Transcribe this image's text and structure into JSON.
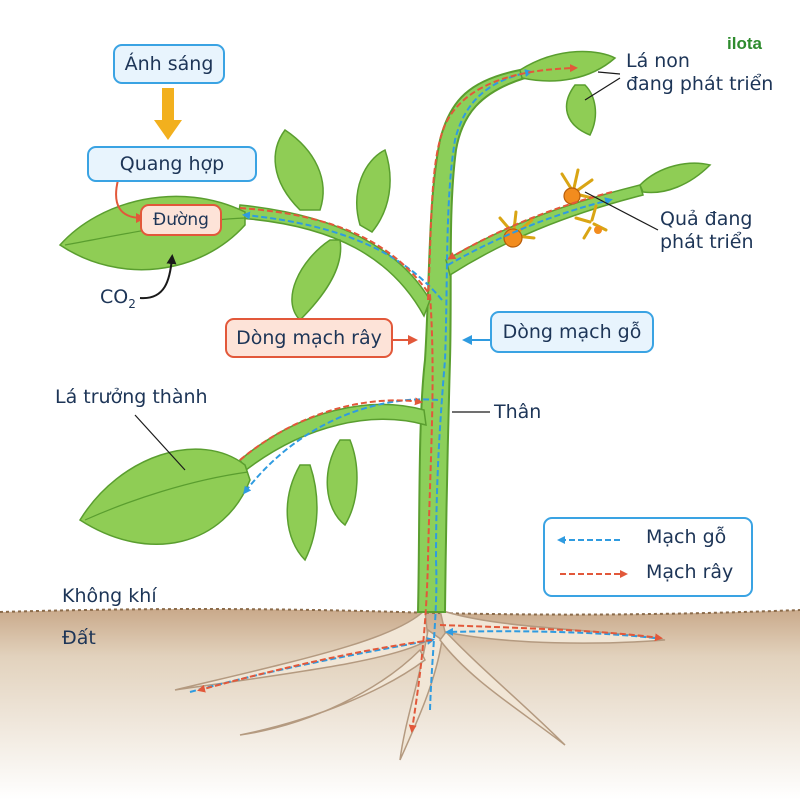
{
  "logo": "ilota",
  "labels": {
    "light": "Ánh sáng",
    "photosynthesis": "Quang hợp",
    "sugar": "Đường",
    "co2": "CO",
    "co2_sub": "2",
    "phloem_flow": "Dòng mạch rây",
    "xylem_flow": "Dòng mạch gỗ",
    "young_leaves_1": "Lá non",
    "young_leaves_2": "đang phát triển",
    "fruit_1": "Quả đang",
    "fruit_2": "phát triển",
    "mature_leaf": "Lá trưởng thành",
    "stem": "Thân",
    "air": "Không khí",
    "soil": "Đất"
  },
  "legend": {
    "xylem": "Mạch gỗ",
    "phloem": "Mạch rây"
  },
  "colors": {
    "xylem": "#2f9be0",
    "phloem": "#e2583a",
    "leaf": "#8fcd55",
    "leaf_dark": "#5a9e2f",
    "stem": "#8ccf5a",
    "soil": "#d8c4a8",
    "root": "#f1e6d6",
    "fruit": "#f28c1e"
  }
}
